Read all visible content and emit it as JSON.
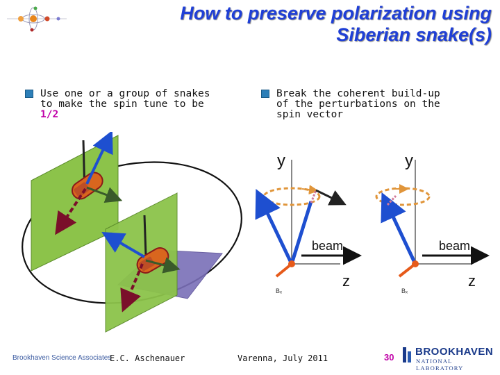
{
  "title": {
    "line1": "How to preserve polarization using",
    "line2": "Siberian snake(s)"
  },
  "bullets": {
    "left": {
      "lines": [
        "Use one or a group of snakes",
        "to make the spin tune to be"
      ],
      "highlight": "1/2"
    },
    "right": {
      "lines": [
        "Break the coherent build-up",
        "of the perturbations on the",
        "spin vector"
      ]
    }
  },
  "diagrams": {
    "left": {
      "y_label": "y",
      "beam_label": "beam",
      "z_label": "z",
      "b_label": "Bₓ"
    },
    "right": {
      "y_label": "y",
      "beam_label": "beam",
      "z_label": "z",
      "b_label": "Bₓ"
    }
  },
  "footer": {
    "org": "Brookhaven Science Associates",
    "author": "E.C. Aschenauer",
    "venue": "Varenna, July 2011",
    "page": "30",
    "lab_name": "BROOKHAVEN",
    "lab_sub": "NATIONAL LABORATORY"
  },
  "colors": {
    "title": "#1f3fd6",
    "panel_green": "#8cc34a",
    "panel_purple": "#7a6fb8",
    "spin_blue": "#1e4fd0",
    "snake_orange": "#d9661e",
    "dashed_ring": "#e0953a",
    "accent_magenta": "#c000a8"
  },
  "icons": [
    "atom-logo-icon",
    "bullet-square-icon",
    "brookhaven-logo-icon"
  ]
}
